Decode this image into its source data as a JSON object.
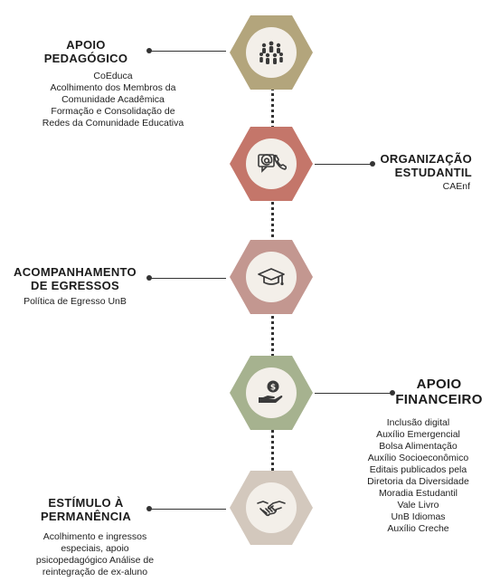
{
  "sections": [
    {
      "title_lines": [
        "APOIO",
        "PEDAGÓGICO"
      ],
      "items": [
        "CoEduca",
        "Acolhimento dos Membros da",
        "Comunidade Acadêmica",
        "Formação e Consolidação de",
        "Redes da Comunidade Educativa"
      ],
      "icon": "people-group-icon",
      "color": "#b3a57c"
    },
    {
      "title_lines": [
        "ORGANIZAÇÃO",
        "ESTUDANTIL"
      ],
      "items": [
        "CAEnf"
      ],
      "icon": "phone-at-icon",
      "color": "#c4766a"
    },
    {
      "title_lines": [
        "ACOMPANHAMENTO",
        "DE EGRESSOS"
      ],
      "items": [
        "Política de Egresso UnB"
      ],
      "icon": "graduation-cap-icon",
      "color": "#c39790"
    },
    {
      "title_lines": [
        "APOIO",
        "FINANCEIRO"
      ],
      "items": [
        "Inclusão digital",
        "Auxílio Emergencial",
        "Bolsa Alimentação",
        "Auxílio Socioeconômico",
        "Editais publicados pela",
        "Diretoria da Diversidade",
        "Moradia Estudantil",
        "Vale Livro",
        "UnB Idiomas",
        "Auxílio Creche"
      ],
      "icon": "money-hand-icon",
      "color": "#a6b28f"
    },
    {
      "title_lines": [
        "ESTÍMULO À",
        "PERMANÊNCIA"
      ],
      "items": [
        "Acolhimento e ingressos",
        "especiais, apoio",
        "psicopedagógico Análise de",
        "reintegração de ex-aluno"
      ],
      "icon": "handshake-icon",
      "color": "#d3c8bd"
    }
  ],
  "colors": {
    "line": "#333333",
    "icon_fill": "#3a3a3a",
    "circle_bg": "#f3efe9"
  }
}
